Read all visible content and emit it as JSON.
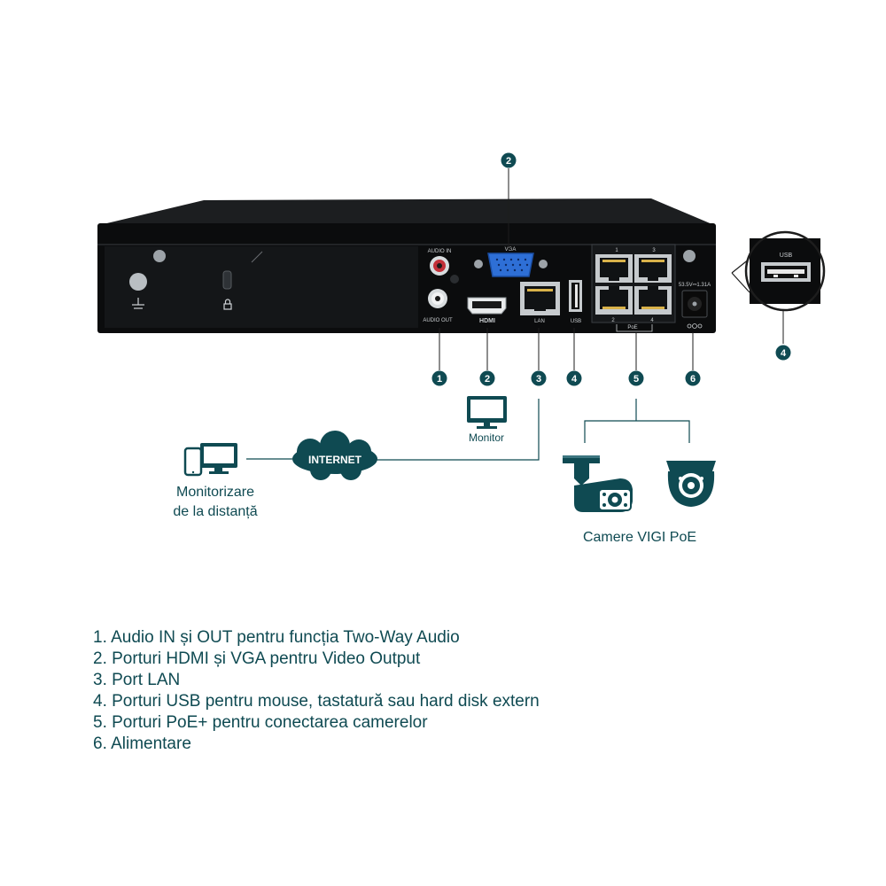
{
  "colors": {
    "accent": "#0f4a52",
    "device_body": "#1c1e20",
    "device_face": "#0b0c0d"
  },
  "device": {
    "port_labels": {
      "audio_in": "AUDIO IN",
      "audio_out": "AUDIO OUT",
      "vga": "VGA",
      "hdmi": "HDMI",
      "lan": "LAN",
      "usb": "USB",
      "poe": "PoE",
      "poe_1": "1",
      "poe_2": "2",
      "poe_3": "3",
      "poe_4": "4",
      "power": "53.5V⎓1.31A"
    },
    "zoom_usb_label": "USB"
  },
  "callouts": {
    "n1": "1",
    "n2": "2",
    "n3": "3",
    "n4": "4",
    "n5": "5",
    "n6": "6",
    "n2_top": "2",
    "n4_zoom": "4"
  },
  "labels": {
    "monitor": "Monitor",
    "internet": "INTERNET",
    "remote_line1": "Monitorizare",
    "remote_line2": "de la distanță",
    "cameras": "Camere VIGI PoE"
  },
  "legend": [
    "1. Audio IN și OUT pentru funcția Two-Way Audio",
    "2. Porturi HDMI și VGA pentru Video Output",
    "3. Port LAN",
    "4. Porturi USB pentru mouse, tastatură sau hard disk extern",
    "5. Porturi PoE+ pentru conectarea camerelor",
    "6. Alimentare"
  ]
}
